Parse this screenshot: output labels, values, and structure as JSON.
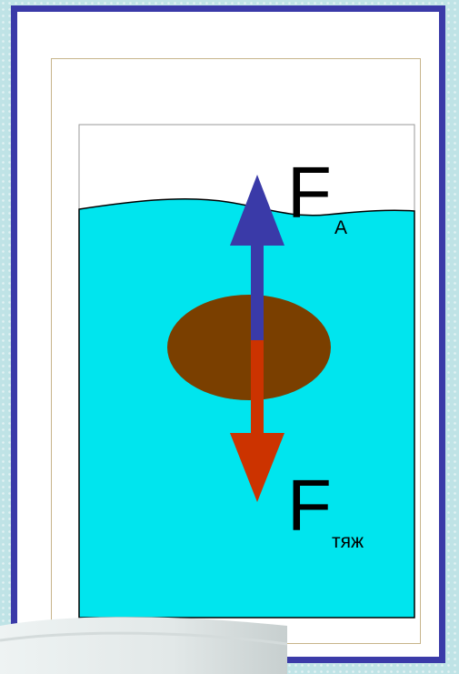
{
  "labels": {
    "force_up": "F",
    "force_up_sub": "А",
    "force_down": "F",
    "force_down_sub": "тяж"
  },
  "colors": {
    "frame_border": "#3a3aa8",
    "water": "#00e5ee",
    "body": "#7a3f00",
    "arrow_up": "#3a3aa8",
    "arrow_down": "#cc3300",
    "page_background": "#bfe3e6"
  },
  "icons": {
    "up_arrow": "archimedes-force-arrow",
    "down_arrow": "gravity-force-arrow"
  }
}
